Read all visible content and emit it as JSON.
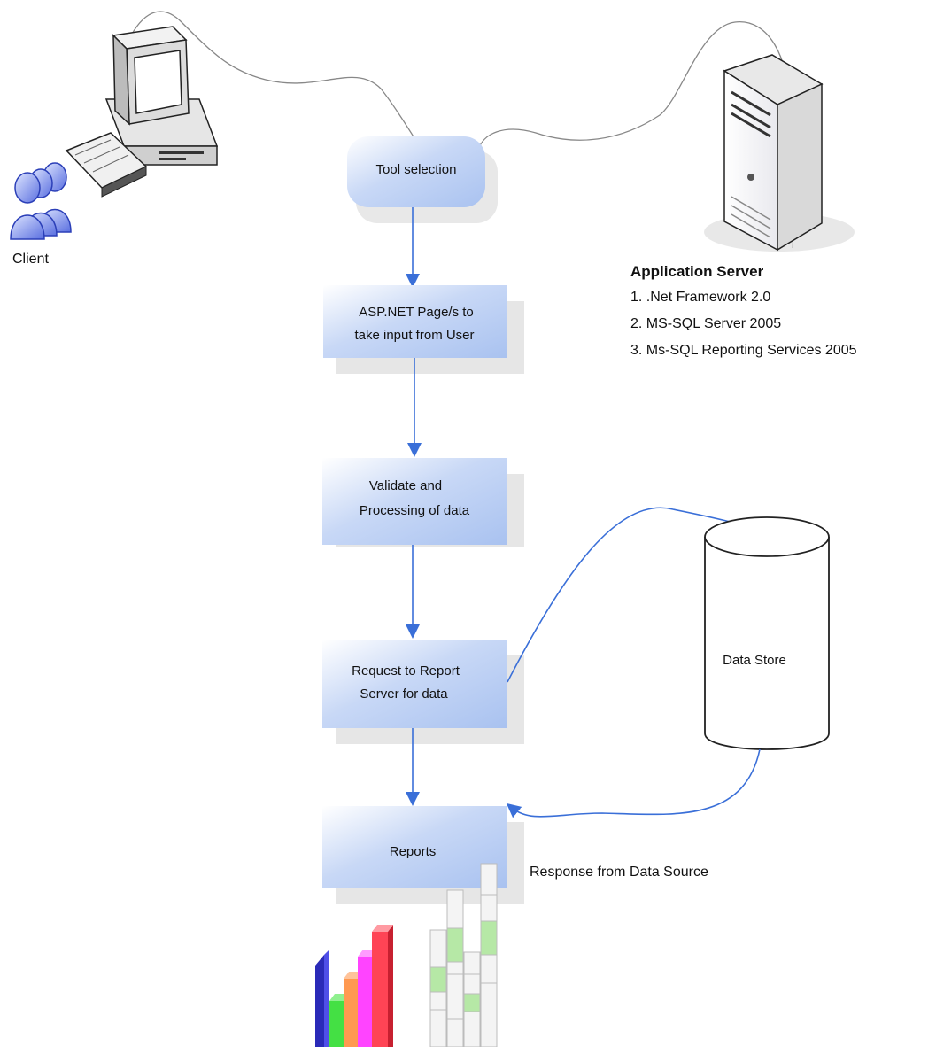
{
  "client": {
    "label": "Client"
  },
  "flow": {
    "tool_selection": "Tool selection",
    "asp_page_line1": "ASP.NET Page/s to",
    "asp_page_line2": "take input from User",
    "validate_line1": "Validate and",
    "validate_line2": "Processing of data",
    "request_line1": "Request to Report",
    "request_line2": "Server for data",
    "reports": "Reports"
  },
  "data_store": {
    "label": "Data Store"
  },
  "response_label": "Response from Data Source",
  "app_server": {
    "title": "Application Server",
    "items": [
      "1. .Net Framework 2.0",
      "2. MS-SQL Server 2005",
      "3. Ms-SQL Reporting Services 2005"
    ]
  },
  "colors": {
    "arrow": "#3a6fd8",
    "box_blue": "#b7cdf4",
    "box_grey": "#e6e6e6",
    "bar_blue": "#4f4fe8",
    "bar_green": "#44e044",
    "bar_orange": "#ff9950",
    "bar_magenta": "#ff44ff",
    "bar_red": "#ff4455",
    "table_green": "#b6e8a6"
  }
}
